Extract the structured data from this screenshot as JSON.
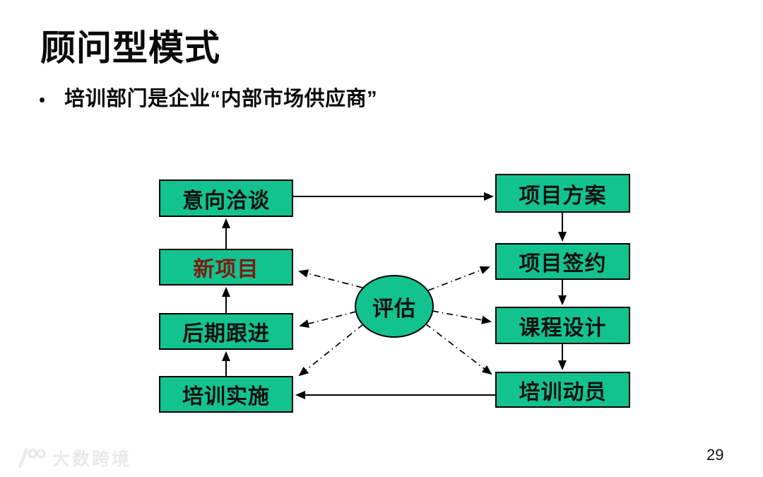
{
  "slide": {
    "title": "顾问型模式",
    "bullet": {
      "marker": "•",
      "text": "培训部门是企业“内部市场供应商”"
    },
    "page_number": "29",
    "watermark_brand": "大数跨境"
  },
  "diagram": {
    "type": "flowchart",
    "nodes": {
      "intent": "意向洽谈",
      "new_project": "新项目",
      "follow_up": "后期跟进",
      "implementation": "培训实施",
      "proposal": "项目方案",
      "signing": "项目签约",
      "course_design": "课程设计",
      "mobilization": "培训动员",
      "evaluation": "评估"
    },
    "solid_flow": [
      "意向洽谈 → 项目方案",
      "项目方案 → 项目签约",
      "项目签约 → 课程设计",
      "课程设计 → 培训动员",
      "培训动员 → 培训实施",
      "培训实施 → 后期跟进",
      "后期跟进 → 新项目",
      "新项目 → 意向洽谈"
    ],
    "dashed_flow_from_evaluation": [
      "新项目",
      "后期跟进",
      "培训实施",
      "项目签约",
      "课程设计",
      "培训动员"
    ],
    "colors": {
      "node_fill": "#12C390",
      "node_border": "#000000",
      "node_text": "#111111",
      "highlight_text": "#7E1B0F",
      "arrow": "#000000",
      "watermark": "#E9E9E9"
    }
  }
}
